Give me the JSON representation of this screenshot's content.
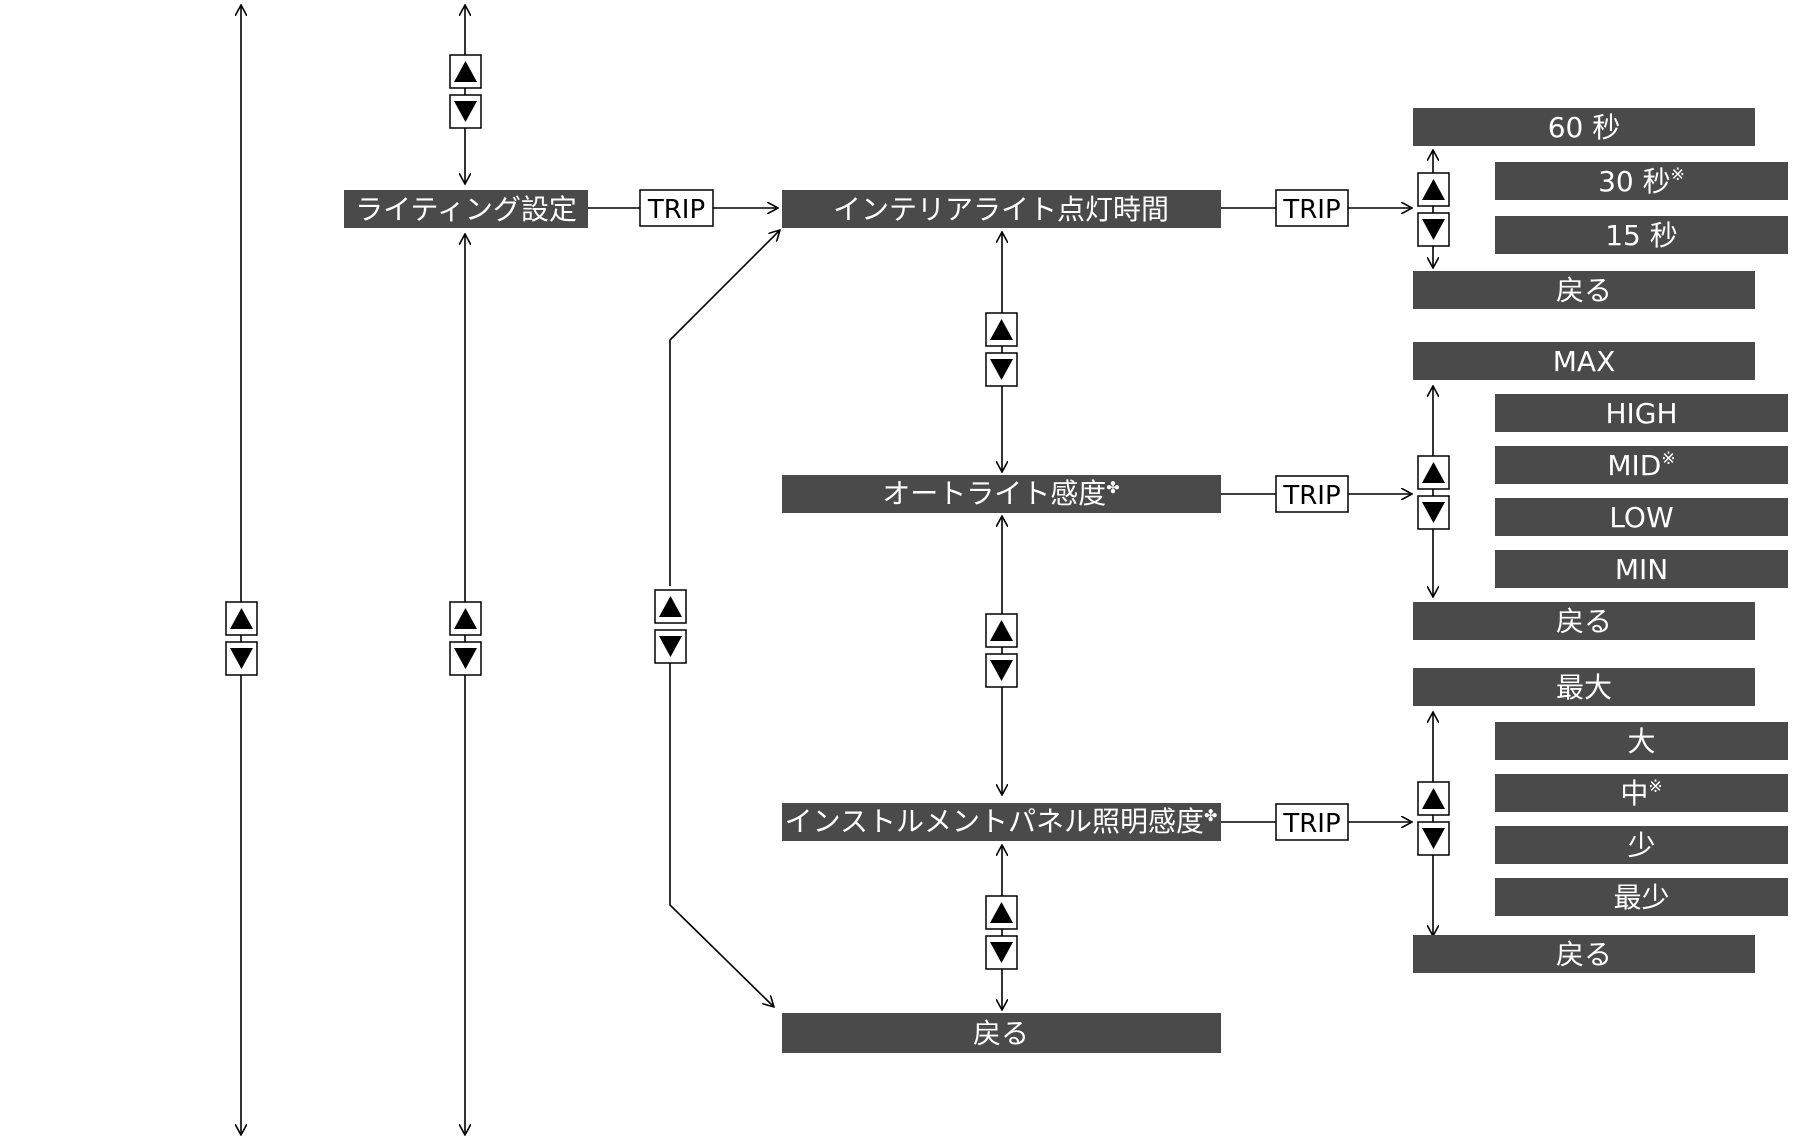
{
  "trip_label": "TRIP",
  "menu": {
    "lighting_settings": "ライティング設定",
    "interior_light_time": "インテリアライト点灯時間",
    "auto_light_sensitivity": "オートライト感度",
    "instrument_panel_sensitivity": "インストルメントパネル照明感度",
    "back": "戻る"
  },
  "club_mark": "✤",
  "default_mark": "※",
  "interior_light_options": [
    {
      "label": "60 秒",
      "default": false
    },
    {
      "label": "30 秒",
      "default": true
    },
    {
      "label": "15 秒",
      "default": false
    },
    {
      "label": "戻る",
      "default": false
    }
  ],
  "auto_light_options": [
    {
      "label": "MAX",
      "default": false
    },
    {
      "label": "HIGH",
      "default": false
    },
    {
      "label": "MID",
      "default": true
    },
    {
      "label": "LOW",
      "default": false
    },
    {
      "label": "MIN",
      "default": false
    },
    {
      "label": "戻る",
      "default": false
    }
  ],
  "panel_brightness_options": [
    {
      "label": "最大",
      "default": false
    },
    {
      "label": "大",
      "default": false
    },
    {
      "label": "中",
      "default": true
    },
    {
      "label": "少",
      "default": false
    },
    {
      "label": "最少",
      "default": false
    },
    {
      "label": "戻る",
      "default": false
    }
  ]
}
